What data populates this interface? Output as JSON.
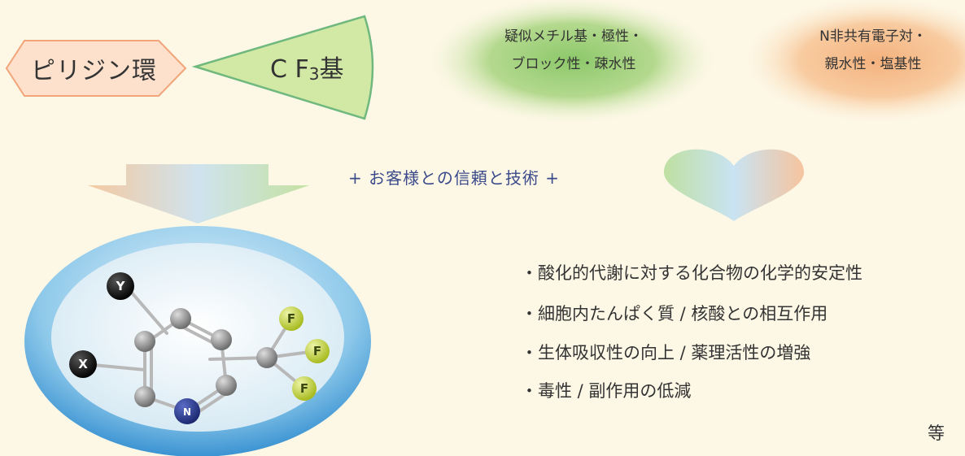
{
  "labels": {
    "pyridine_ring": "ピリジン環",
    "cf3_main": "C F",
    "cf3_sub": "3",
    "cf3_suffix": "基"
  },
  "feature_boxes": {
    "cf3_properties": {
      "line1": "疑似メチル基・極性・",
      "line2": "ブロック性・疎水性"
    },
    "nitrogen_properties": {
      "line1": "N非共有電子対・",
      "line2": "親水性・塩基性"
    }
  },
  "tagline": "+ お客様との信頼と技術 +",
  "molecule": {
    "atoms": {
      "y": "Y",
      "x": "X",
      "n": "N",
      "f": "F"
    }
  },
  "properties": [
    "・酸化的代謝に対する化合物の化学的安定性",
    "・細胞内たんぱく質 / 核酸との相互作用",
    "・生体吸収性の向上 / 薬理活性の増強",
    "・毒性 / 副作用の低減"
  ],
  "etc_label": "等",
  "colors": {
    "background": "#fdf8e6",
    "hexagon_fill": "#fde1cc",
    "hexagon_stroke": "#f2a47a",
    "wedge_fill": "#d2e8a5",
    "wedge_stroke": "#6fb87e",
    "tagline": "#3a4a8a",
    "nitrogen_atom": "#2b3a8c",
    "fluorine_atom": "#c9d93a",
    "carbon_atom": "#888888"
  }
}
